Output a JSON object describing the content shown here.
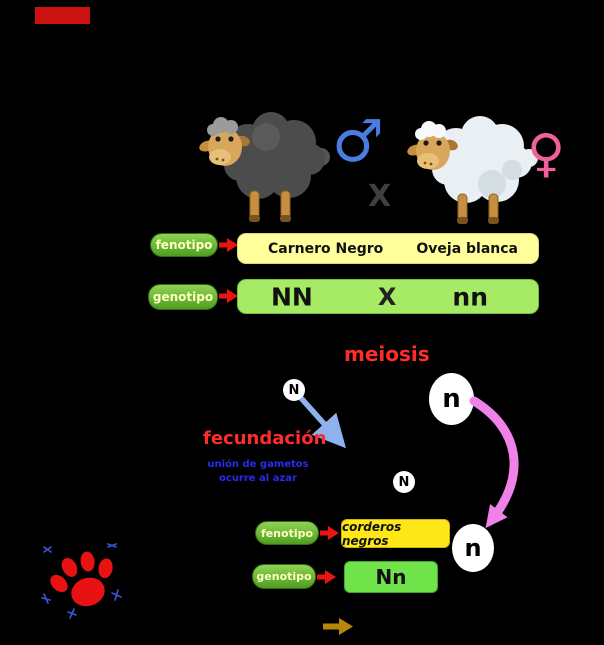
{
  "parents": {
    "male_symbol": "♂",
    "cross": "X",
    "female_symbol": "♀"
  },
  "phenotype_row": {
    "label": "fenotipo",
    "male": "Carnero Negro",
    "female": "Oveja blanca"
  },
  "genotype_row": {
    "label": "genotipo",
    "male": "NN",
    "cross": "X",
    "female": "nn"
  },
  "meiosis_label": "meiosis",
  "gametes": {
    "n1": "N",
    "n2": "n",
    "n3": "N",
    "n4": "n"
  },
  "fertilization": {
    "title": "fecundación",
    "note1": "unión de gametos",
    "note2": "ocurre al azar"
  },
  "offspring": {
    "phenotype_label": "fenotipo",
    "phenotype": "corderos negros",
    "genotype_label": "genotipo",
    "genotype": "Nn"
  },
  "colors": {
    "background": "#000000",
    "accent_red": "#e81515",
    "male_blue": "#4a7de2",
    "female_pink": "#f0619b",
    "phenotype_bar_yellow": "#ffff9c",
    "genotype_bar_green": "#a6ea66",
    "offspring_yellow": "#ffe818",
    "offspring_green": "#70e24a",
    "pill_green": "#4f9e20",
    "note_blue": "#2a2aee",
    "pink_arrow": "#ef82e8",
    "blue_arrow": "#8fb2ee",
    "gold_arrow": "#b8860b",
    "paw_red": "#e81212"
  }
}
